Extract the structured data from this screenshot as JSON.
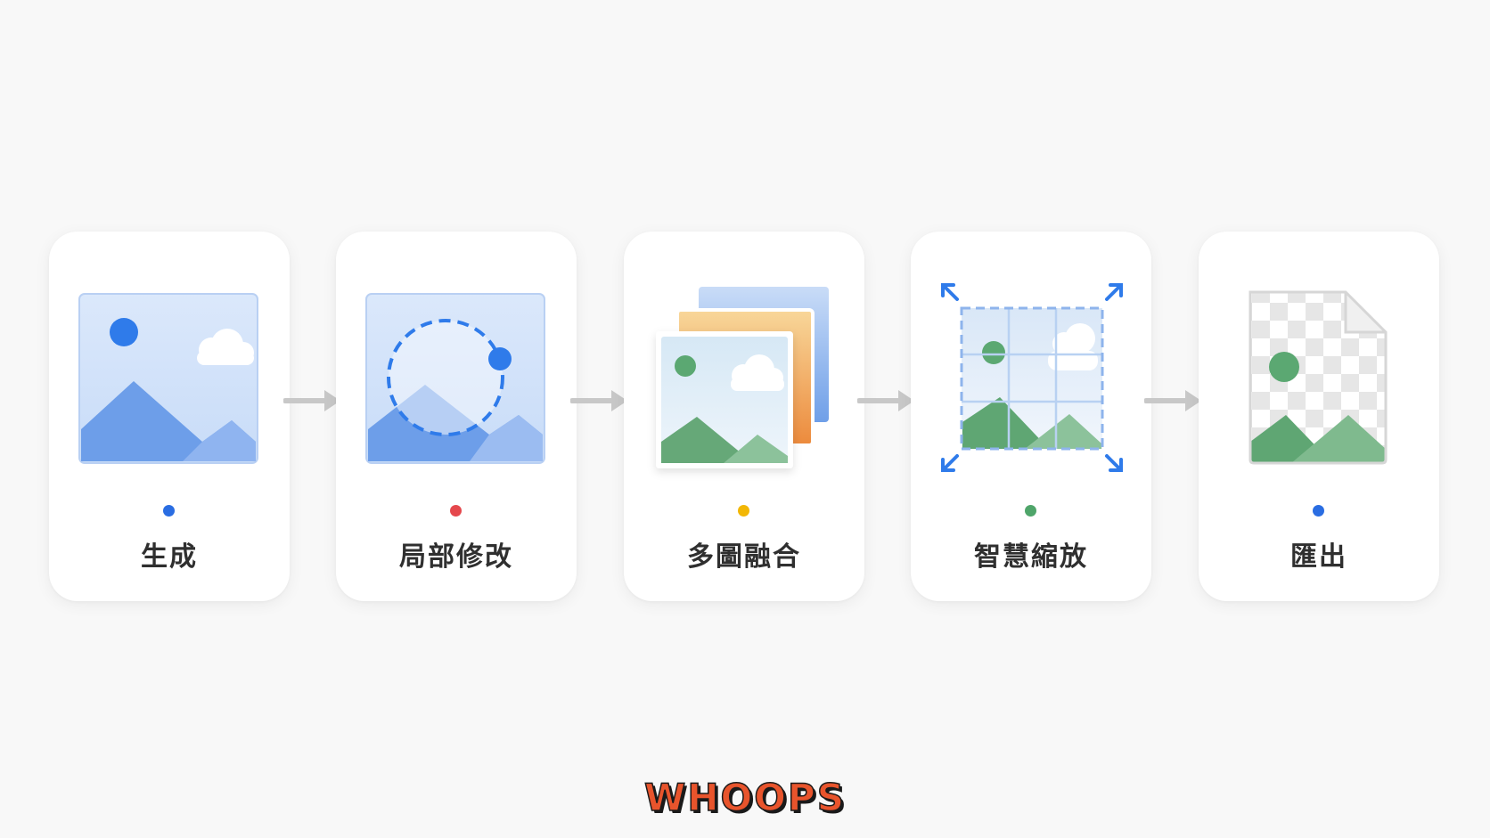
{
  "steps": [
    {
      "label": "生成",
      "dot_color": "#2a6de2"
    },
    {
      "label": "局部修改",
      "dot_color": "#e5484d"
    },
    {
      "label": "多圖融合",
      "dot_color": "#f2b705"
    },
    {
      "label": "智慧縮放",
      "dot_color": "#4fa56a"
    },
    {
      "label": "匯出",
      "dot_color": "#2a6de2"
    }
  ],
  "icons": [
    "image-generate-icon",
    "image-region-edit-icon",
    "image-stack-merge-icon",
    "image-smart-resize-icon",
    "image-export-transparent-icon"
  ],
  "colors": {
    "blue_accent": "#2f7bea",
    "green_accent": "#5ba872",
    "arrow_gray": "#c8c8c8",
    "background": "#f8f8f8"
  },
  "watermark": "WHOOPS"
}
